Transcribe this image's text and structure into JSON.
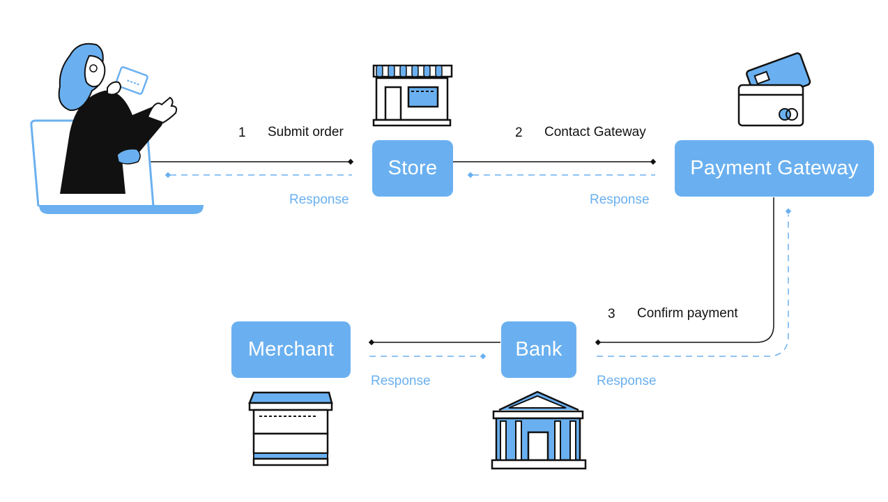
{
  "nodes": {
    "store": "Store",
    "gateway": "Payment Gateway",
    "merchant": "Merchant",
    "bank": "Bank"
  },
  "steps": [
    {
      "number": "1",
      "label": "Submit order"
    },
    {
      "number": "2",
      "label": "Contact Gateway"
    },
    {
      "number": "3",
      "label": "Confirm payment"
    }
  ],
  "responses": {
    "customer_store": "Response",
    "store_gateway": "Response",
    "gateway_bank": "Response",
    "bank_merchant": "Response"
  },
  "icons": [
    "customer-laptop-icon",
    "store-icon",
    "credit-card-icon",
    "merchant-terminal-icon",
    "bank-icon"
  ],
  "colors": {
    "accent": "#6ab0f0",
    "line": "#111111"
  }
}
